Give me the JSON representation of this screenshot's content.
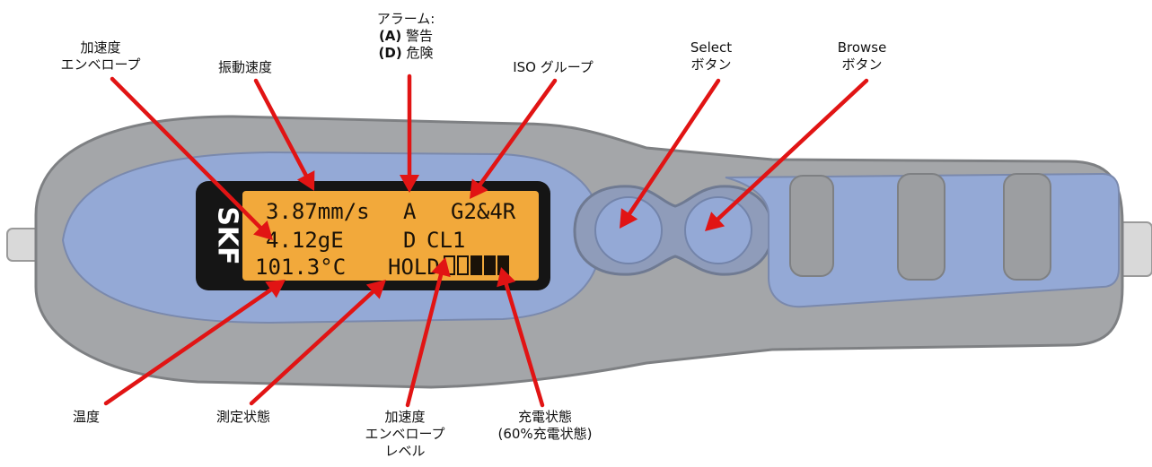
{
  "colors": {
    "body": "#a4a6a9",
    "body_edge": "#7e8083",
    "accent_blue": "#94a9d6",
    "lcd_bezel": "#151515",
    "lcd_screen": "#f2a93b",
    "arrow": "#e11414"
  },
  "device": {
    "brand_logo": "SKF",
    "lcd": {
      "line1": [
        "3.87mm/s",
        "A",
        "G2&4R"
      ],
      "line2": [
        "4.12gE",
        "D",
        "CL1"
      ],
      "line3": [
        "101.3°C",
        "HOLD"
      ],
      "battery_segments_total": 5,
      "battery_segments_filled": 3
    }
  },
  "labels": {
    "accel_envelope": [
      "加速度",
      "エンベロープ"
    ],
    "vibration_velocity": "振動速度",
    "alarm": {
      "title": "アラーム:",
      "a_code": "(A)",
      "a_text": " 警告",
      "d_code": "(D)",
      "d_text": " 危険"
    },
    "iso_group": "ISO グループ",
    "select_button": [
      "Select",
      "ボタン"
    ],
    "browse_button": [
      "Browse",
      "ボタン"
    ],
    "temperature": "温度",
    "measurement_status": "測定状態",
    "accel_envelope_level": [
      "加速度",
      "エンベロープ",
      "レベル"
    ],
    "charge_status": [
      "充電状態",
      "(60%充電状態)"
    ]
  }
}
